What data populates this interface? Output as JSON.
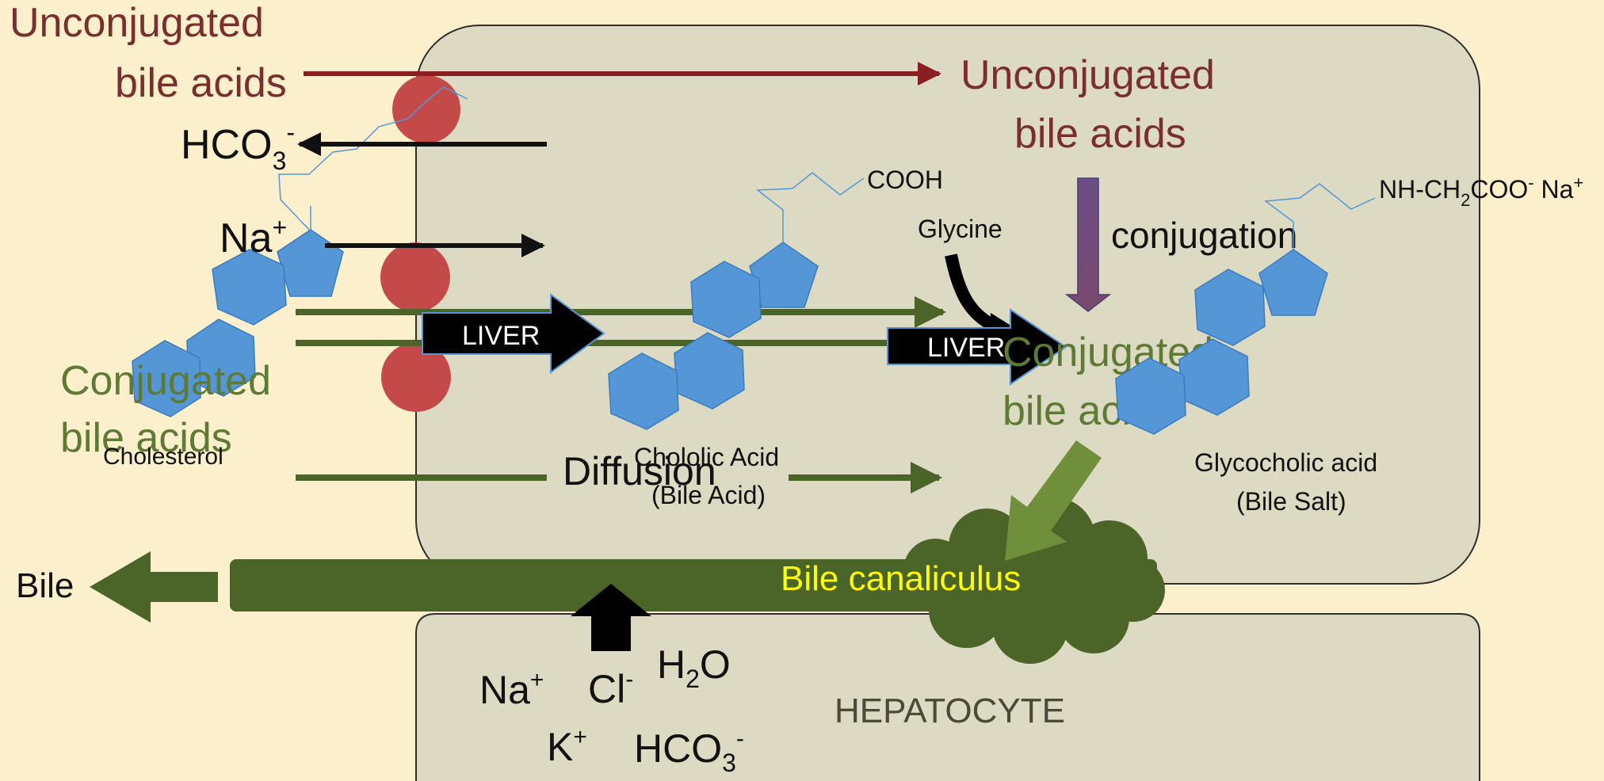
{
  "colors": {
    "background": "#FCEFCB",
    "cell_fill": "#DDDAC3",
    "cell_stroke": "#2E2E2E",
    "maroon": "#8B1E1E",
    "maroon_text": "#7B2E2E",
    "dark_green": "#4B6427",
    "olive_green": "#5E7A35",
    "light_green_arrow": "#6F8F3A",
    "blue_ring": "#5597D6",
    "transporter_red": "#C44A4A",
    "canaliculus_text": "#FFFF00",
    "purple_arrow": "#6B4E86"
  },
  "labels": {
    "unconj_left_line1": "Unconjugated",
    "unconj_left_line2": "bile acids",
    "unconj_right_line1": "Unconjugated",
    "unconj_right_line2": "bile acids",
    "hco3_left": "HCO",
    "hco3_sub": "3",
    "hco3_sup": "-",
    "na_left": "Na",
    "plus": "+",
    "conj_left_line1": "Conjugated",
    "conj_left_line2": "bile acids",
    "cholesterol": "Cholesterol",
    "liver_1": "LIVER",
    "liver_2": "LIVER",
    "cooh": "COOH",
    "glycine": "Glycine",
    "conjugation": "conjugation",
    "nh_prefix": "NH-CH",
    "nh_sub": "2",
    "nh_mid": "COO",
    "nh_minus": "-",
    "nh_na": " Na",
    "conj_right_line1": "Conjugated",
    "conj_right_line2": "bile acids",
    "diffusion": "Diffusion",
    "cholic_line1": "Chololic Acid",
    "cholic_line2": "(Bile Acid)",
    "glyco_line1": "Glycocholic acid",
    "glyco_line2": "(Bile Salt)",
    "bile": "Bile",
    "bile_canaliculus": "Bile canaliculus",
    "hepatocyte": "HEPATOCYTE",
    "na_bottom": "Na",
    "cl_bottom": "Cl",
    "minus": "-",
    "h2o_h": "H",
    "h2o_2": "2",
    "h2o_o": "O",
    "k_bottom": "K",
    "hco3_bottom": "HCO"
  }
}
